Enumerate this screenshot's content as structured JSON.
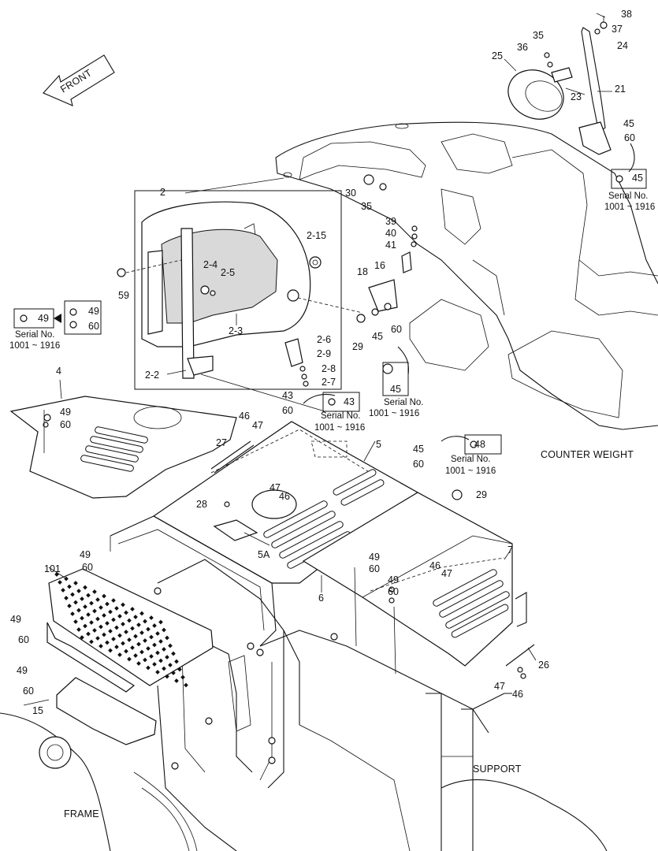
{
  "diagram": {
    "front_arrow_label": "FRONT",
    "area_labels": {
      "counter_weight": "COUNTER WEIGHT",
      "support": "SUPPORT",
      "frame": "FRAME"
    },
    "serial_note": {
      "line1": "Serial No.",
      "line2": "1001 ~ 1916"
    },
    "callouts": {
      "c38": "38",
      "c37": "37",
      "c24": "24",
      "c35a": "35",
      "c36": "36",
      "c25": "25",
      "c21": "21",
      "c23": "23",
      "c45a": "45",
      "c60a": "60",
      "c45box": "45",
      "c30": "30",
      "c35b": "35",
      "c39": "39",
      "c40": "40",
      "c41": "41",
      "c16": "16",
      "c18": "18",
      "c45b": "45",
      "c60b": "60",
      "c29a": "29",
      "c45boxb": "45",
      "c2": "2",
      "c215": "2-15",
      "c24b": "2-4",
      "c25b": "2-5",
      "c59": "59",
      "c23b": "2-3",
      "c26": "2-6",
      "c29b": "2-9",
      "c28b": "2-8",
      "c27b": "2-7",
      "c22": "2-2",
      "c49box": "49",
      "c49b": "49",
      "c60c": "60",
      "c4": "4",
      "c49c": "49",
      "c60d": "60",
      "c43": "43",
      "c60e": "60",
      "c43box": "43",
      "c46a": "46",
      "c47a": "47",
      "c27": "27",
      "c5": "5",
      "c45c": "45",
      "c60f": "60",
      "c48box": "48",
      "c47b": "47",
      "c46b": "46",
      "c28": "28",
      "c29c": "29",
      "c5a": "5A",
      "c7": "7",
      "c49d": "49",
      "c60g": "60",
      "c46c": "46",
      "c47c": "47",
      "c49e": "49",
      "c60h": "60",
      "c6": "6",
      "c101": "101",
      "c49f": "49",
      "c60i": "60",
      "c49g": "49",
      "c60j": "60",
      "c49h": "49",
      "c60k": "60",
      "c15": "15",
      "c26b": "26",
      "c47d": "47",
      "c46d": "46"
    }
  }
}
